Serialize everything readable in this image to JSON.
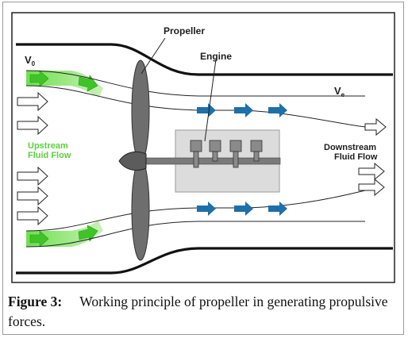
{
  "labels": {
    "propeller": "Propeller",
    "engine": "Engine",
    "v0_main": "V",
    "v0_sub": "0",
    "ve_main": "V",
    "ve_sub": "e",
    "upstream_line1": "Upstream",
    "upstream_line2": "Fluid Flow",
    "downstream_line1": "Downstream",
    "downstream_line2": "Fluid Flow"
  },
  "caption": {
    "label": "Figure 3:",
    "text": "Working principle of propeller in generating propulsive forces."
  },
  "colors": {
    "green_flow": "#5ad03c",
    "blue_arrow": "#1f6fa8",
    "propeller": "#6e6e6e",
    "engine_box": "#dcdcdc"
  }
}
